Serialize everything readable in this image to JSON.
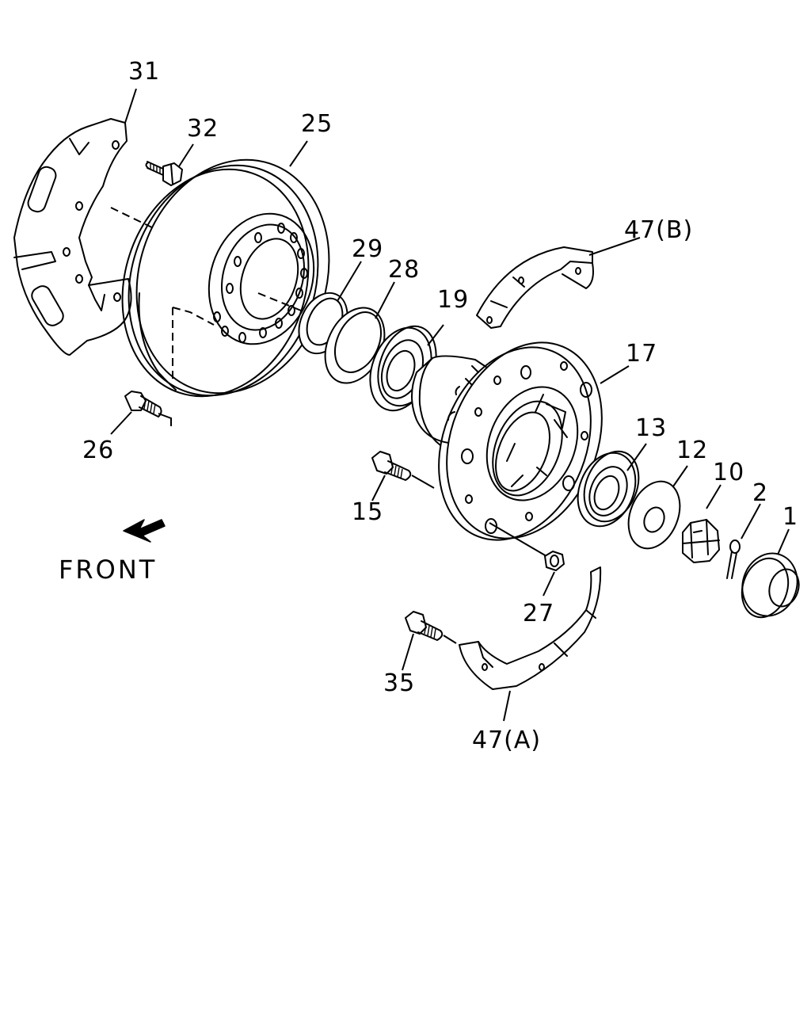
{
  "diagram": {
    "labels": {
      "l1": "1",
      "l2": "2",
      "l10": "10",
      "l12": "12",
      "l13": "13",
      "l15": "15",
      "l17": "17",
      "l19": "19",
      "l25": "25",
      "l26": "26",
      "l27": "27",
      "l28": "28",
      "l29": "29",
      "l31": "31",
      "l32": "32",
      "l35": "35",
      "l47a": "47(A)",
      "l47b": "47(B)"
    },
    "front_label": "FRONT",
    "icons": {
      "front_arrow": "arrow-down-left-icon"
    }
  }
}
